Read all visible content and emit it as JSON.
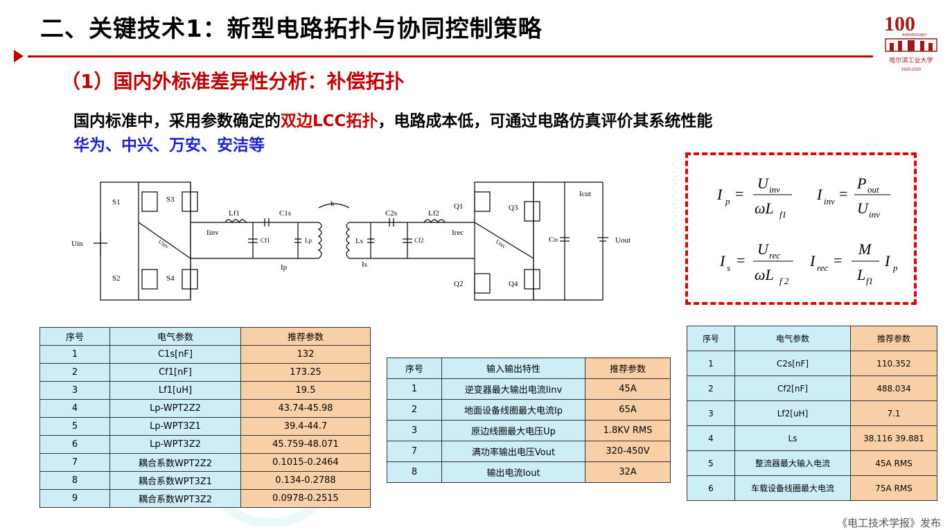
{
  "title": "二、关键技术1：新型电路拓扑与协同控制策略",
  "subtitle": "（1）国内外标准差异性分析：补偿拓扑",
  "line1": {
    "pre": "国内标准中，采用参数确定的",
    "highlight": "双边LCC拓扑",
    "post": "，电路成本低，可通过电路仿真评价其系统性能"
  },
  "line2": "华为、中兴、万安、安洁等",
  "logo": {
    "number": "100",
    "sub": "ANNIVERSARY",
    "name": "哈尔滨工业大学",
    "years": "1920-2020"
  },
  "circuit": {
    "labels": [
      "S1",
      "S3",
      "S2",
      "S4",
      "Uin",
      "Lf1",
      "C1s",
      "Iinv",
      "Cf1",
      "Lp",
      "Ip",
      "k",
      "C2s",
      "Lf2",
      "Ls",
      "Cf2",
      "Irec",
      "Is",
      "Q1",
      "Q3",
      "Q2",
      "Q4",
      "Icut",
      "Co",
      "Uout",
      "Uinv",
      "Urec"
    ]
  },
  "formulas": {
    "ip": {
      "lhs": "I",
      "lhs_sub": "p",
      "num": "U",
      "num_sub": "inv",
      "den": "ωL",
      "den_sub": "f1"
    },
    "iinv": {
      "lhs": "I",
      "lhs_sub": "inv",
      "num": "P",
      "num_sub": "out",
      "den": "U",
      "den_sub": "inv"
    },
    "is": {
      "lhs": "I",
      "lhs_sub": "s",
      "num": "U",
      "num_sub": "rec",
      "den": "ωL",
      "den_sub": "f 2"
    },
    "irec": {
      "lhs": "I",
      "lhs_sub": "rec",
      "num": "M",
      "den": "L",
      "den_sub": "f1",
      "tail": "I",
      "tail_sub": "p"
    }
  },
  "table1": {
    "headers": [
      "序号",
      "电气参数",
      "推荐参数"
    ],
    "rows": [
      [
        "1",
        "C1s[nF]",
        "132"
      ],
      [
        "2",
        "Cf1[nF]",
        "173.25"
      ],
      [
        "3",
        "Lf1[uH]",
        "19.5"
      ],
      [
        "4",
        "Lp-WPT2Z2",
        "43.74-45.98"
      ],
      [
        "5",
        "Lp-WPT3Z1",
        "39.4-44.7"
      ],
      [
        "6",
        "Lp-WPT3Z2",
        "45.759-48.071"
      ],
      [
        "7",
        "耦合系数WPT2Z2",
        "0.1015-0.2464"
      ],
      [
        "8",
        "耦合系数WPT3Z1",
        "0.134-0.2788"
      ],
      [
        "9",
        "耦合系数WPT3Z2",
        "0.0978-0.2515"
      ]
    ]
  },
  "table2": {
    "headers": [
      "序号",
      "输入输出特性",
      "推荐参数"
    ],
    "rows": [
      [
        "1",
        "逆变器最大输出电流Iinv",
        "45A"
      ],
      [
        "2",
        "地面设备线圈最大电流Ip",
        "65A"
      ],
      [
        "3",
        "原边线圈最大电压Up",
        "1.8KV RMS"
      ],
      [
        "7",
        "满功率输出电压Vout",
        "320-450V"
      ],
      [
        "8",
        "输出电流Iout",
        "32A"
      ]
    ]
  },
  "table3": {
    "headers": [
      "序号",
      "电气参数",
      "推荐参数"
    ],
    "rows": [
      [
        "1",
        "C2s[nF]",
        "110.352"
      ],
      [
        "2",
        "Cf2[nF]",
        "488.034"
      ],
      [
        "3",
        "Lf2[uH]",
        "7.1"
      ],
      [
        "4",
        "Ls",
        "38.116 39.881"
      ],
      [
        "5",
        "整流器最大输入电流",
        "45A RMS"
      ],
      [
        "6",
        "车载设备线圈最大电流",
        "75A RMS"
      ]
    ]
  },
  "footer": "《电工技术学报》发布",
  "colors": {
    "accent_red": "#c00000",
    "blue_text": "#1f1fd0",
    "cell_blue": "#cdeef7",
    "cell_orange": "#f9cfa7"
  }
}
